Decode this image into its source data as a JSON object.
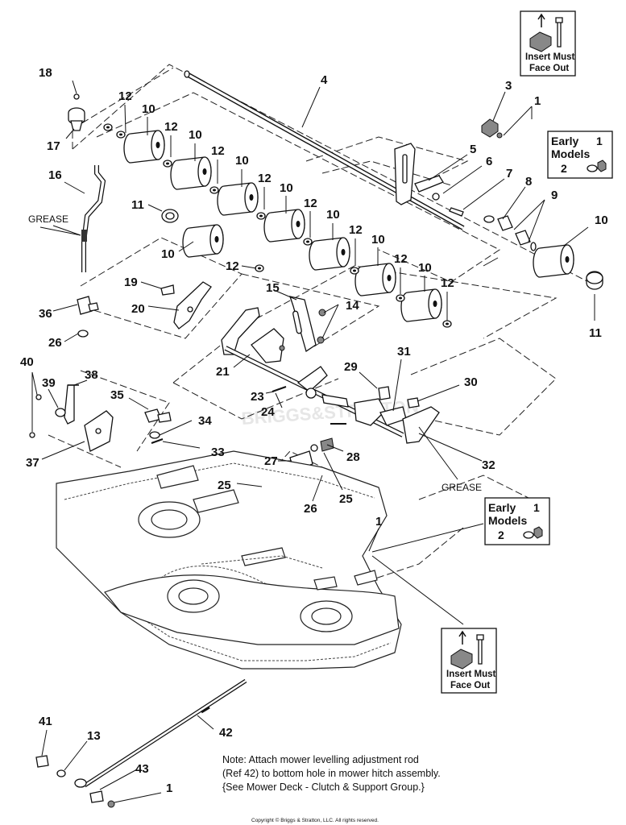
{
  "callouts": {
    "c18": "18",
    "c17": "17",
    "c16": "16",
    "c12a": "12",
    "c10a": "10",
    "c12b": "12",
    "c10b": "10",
    "c12c": "12",
    "c10c": "10",
    "c12d": "12",
    "c10d": "10",
    "c12e": "12",
    "c10e": "10",
    "c12f": "12",
    "c10f": "10",
    "c12g": "12",
    "c10g": "10",
    "c12h": "12",
    "c11a": "11",
    "c10h": "10",
    "c12i": "12",
    "c4": "4",
    "c3": "3",
    "c1a": "1",
    "c5": "5",
    "c6": "6",
    "c7": "7",
    "c8": "8",
    "c9": "9",
    "c10i": "10",
    "c11b": "11",
    "c19": "19",
    "c20": "20",
    "c15": "15",
    "c14": "14",
    "c36": "36",
    "c26a": "26",
    "c40": "40",
    "c39": "39",
    "c38": "38",
    "c35": "35",
    "c34": "34",
    "c33": "33",
    "c37": "37",
    "c21": "21",
    "c23": "23",
    "c24": "24",
    "c29": "29",
    "c31": "31",
    "c30": "30",
    "c32": "32",
    "c27": "27",
    "c28": "28",
    "c25a": "25",
    "c25b": "25",
    "c26b": "26",
    "c1b": "1",
    "c41": "41",
    "c13": "13",
    "c42": "42",
    "c43": "43",
    "c1c": "1"
  },
  "labels": {
    "grease_left": "GREASE",
    "grease_right": "GREASE"
  },
  "insert_box": {
    "line1": "Insert Must",
    "line2": "Face Out"
  },
  "early_models_box": {
    "line1": "Early",
    "line2": "Models",
    "ref1": "1",
    "ref2": "2"
  },
  "watermark": "BRIGGS&STRATTON",
  "note": {
    "line1": "Note: Attach mower levelling adjustment rod",
    "line2": "(Ref 42) to bottom hole in mower hitch assembly.",
    "line3": "{See Mower Deck - Clutch & Support Group.}"
  },
  "copyright": "Copyright © Briggs & Stratton, LLC. All rights reserved."
}
